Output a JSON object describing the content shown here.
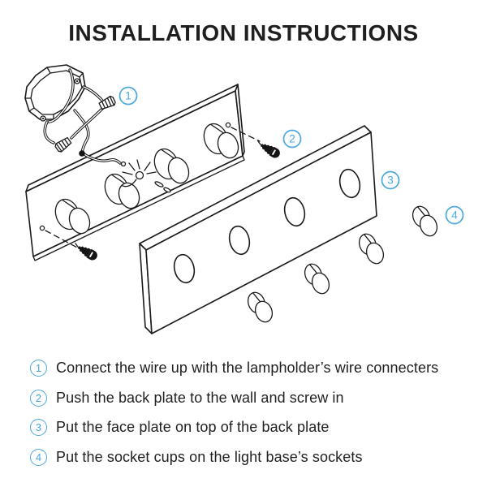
{
  "title": "INSTALLATION INSTRUCTIONS",
  "accent_color": "#49a8dd",
  "line_color": "#1a1a1a",
  "diagram": {
    "callouts": [
      {
        "n": "1"
      },
      {
        "n": "2"
      },
      {
        "n": "3"
      },
      {
        "n": "4"
      }
    ]
  },
  "steps": [
    {
      "num": "1",
      "text": "Connect the wire up with the lampholder’s wire connecters"
    },
    {
      "num": "2",
      "text": "Push the back plate to the wall and screw in"
    },
    {
      "num": "3",
      "text": "Put the face plate on top of the back plate"
    },
    {
      "num": "4",
      "text": "Put the socket cups on the light base’s sockets"
    }
  ]
}
